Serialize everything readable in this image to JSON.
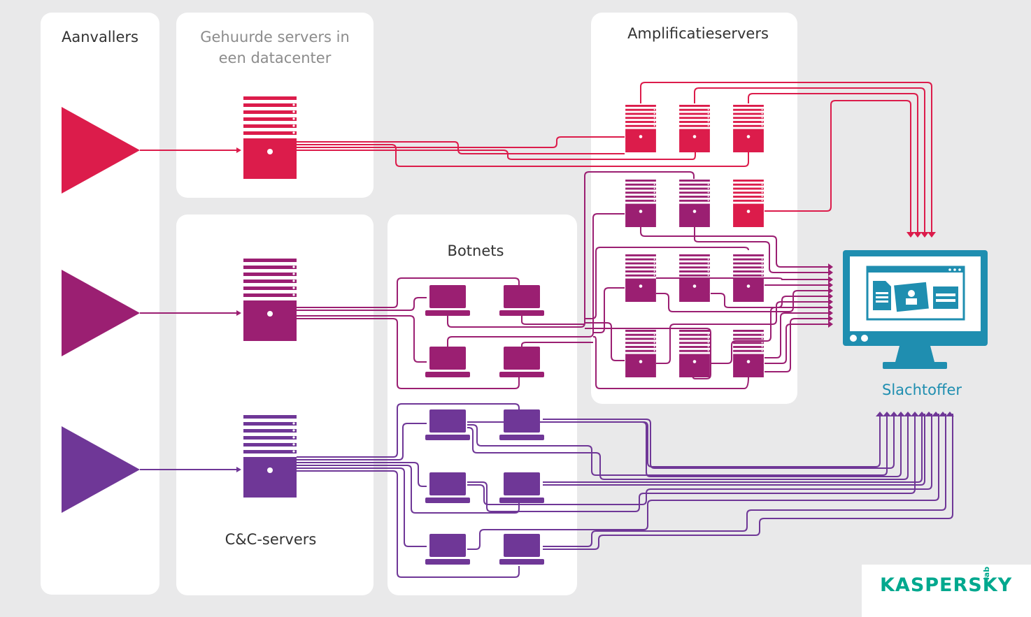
{
  "labels": {
    "attackers": "Aanvallers",
    "rented_servers": "Gehuurde servers in een datacenter",
    "amplification_servers": "Amplificatieservers",
    "botnets": "Botnets",
    "cc_servers": "C&C-servers",
    "victim": "Slachtoffer"
  },
  "logo": {
    "text": "KASPERSKY",
    "suffix": "lab"
  },
  "colors": {
    "background": "#e9e9ea",
    "panel": "#ffffff",
    "red": "#dc1c4b",
    "magenta": "#9b1f72",
    "purple": "#6f3797",
    "victim_blue": "#1f8eb0",
    "logo_green": "#00a88e"
  }
}
